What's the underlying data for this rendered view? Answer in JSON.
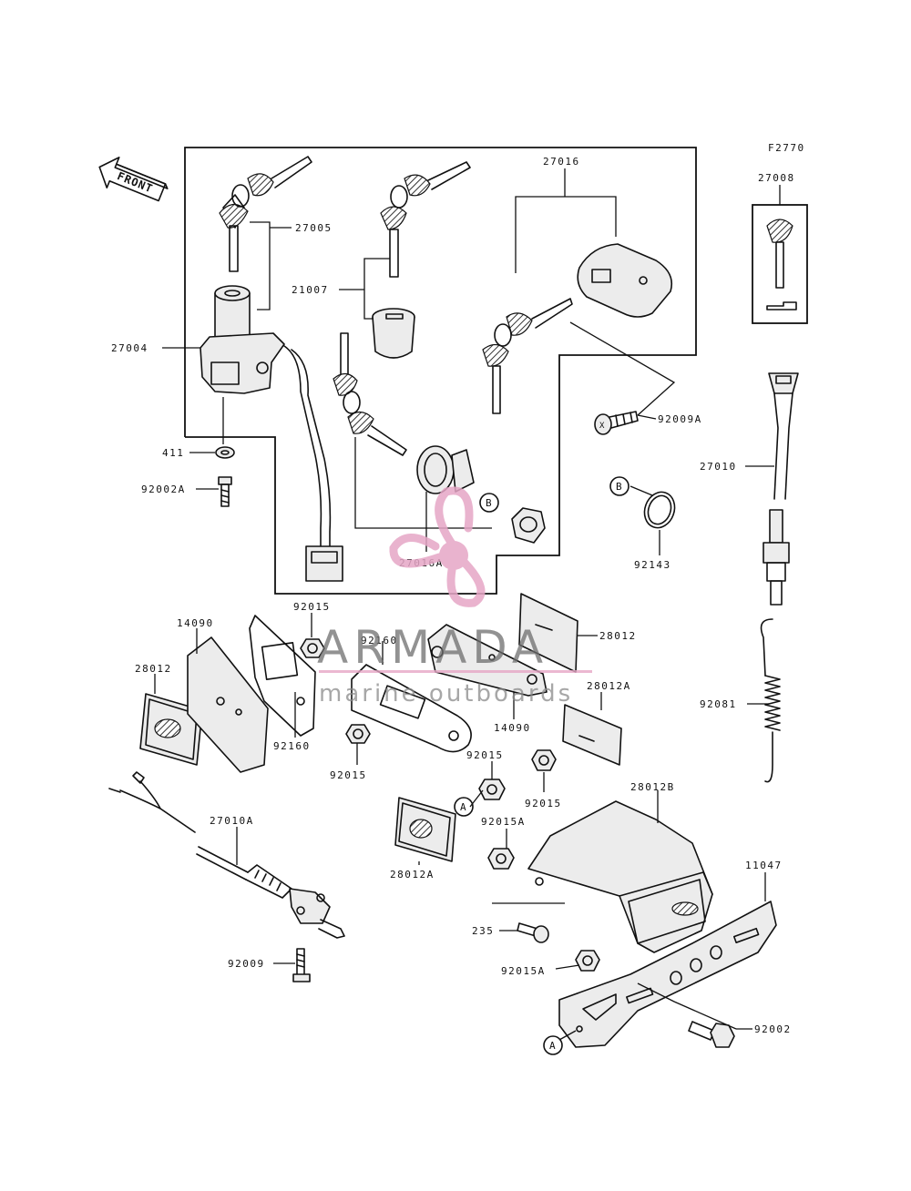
{
  "figure_code": "F2770",
  "front_label": "FRONT",
  "part_numbers": [
    "27016",
    "27008",
    "27005",
    "21007",
    "27004",
    "92009A",
    "411",
    "92002A",
    "27010",
    "B",
    "92143",
    "27016A",
    "92015",
    "14090",
    "28012",
    "92160",
    "28012A",
    "92081",
    "27010A",
    "A",
    "28012B",
    "92015A",
    "11047",
    "235",
    "92009",
    "92002"
  ],
  "watermark": {
    "brand": "ARMADA",
    "tagline": "marine outboards",
    "logo_color": "#e6a6c6"
  }
}
